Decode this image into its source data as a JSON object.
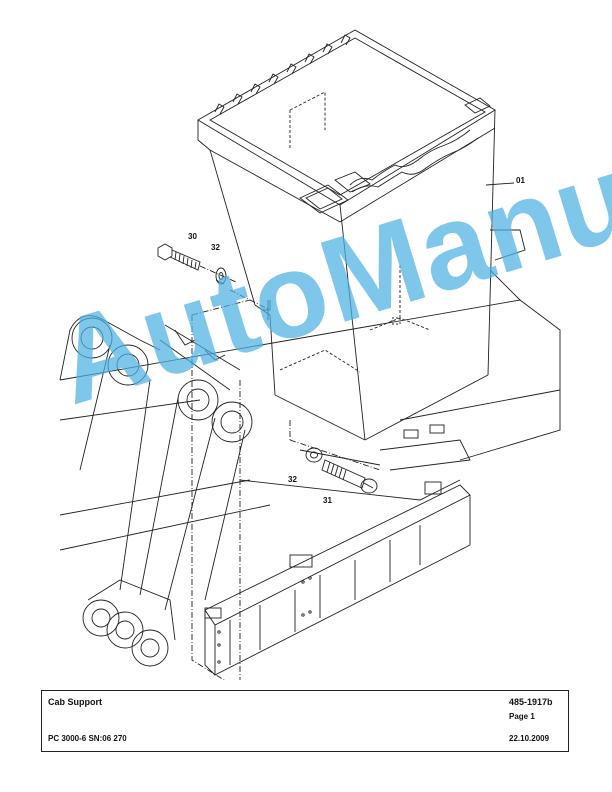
{
  "callouts": {
    "part_01": "01",
    "part_30": "30",
    "part_32_top": "32",
    "part_32_bottom": "32",
    "part_31": "31"
  },
  "watermark": "AutoManual",
  "title_block": {
    "title": "Cab Support",
    "drawing_number": "485-1917b",
    "page": "Page 1",
    "machine": "PC 3000-6 SN:06 270",
    "date": "22.10.2009"
  }
}
